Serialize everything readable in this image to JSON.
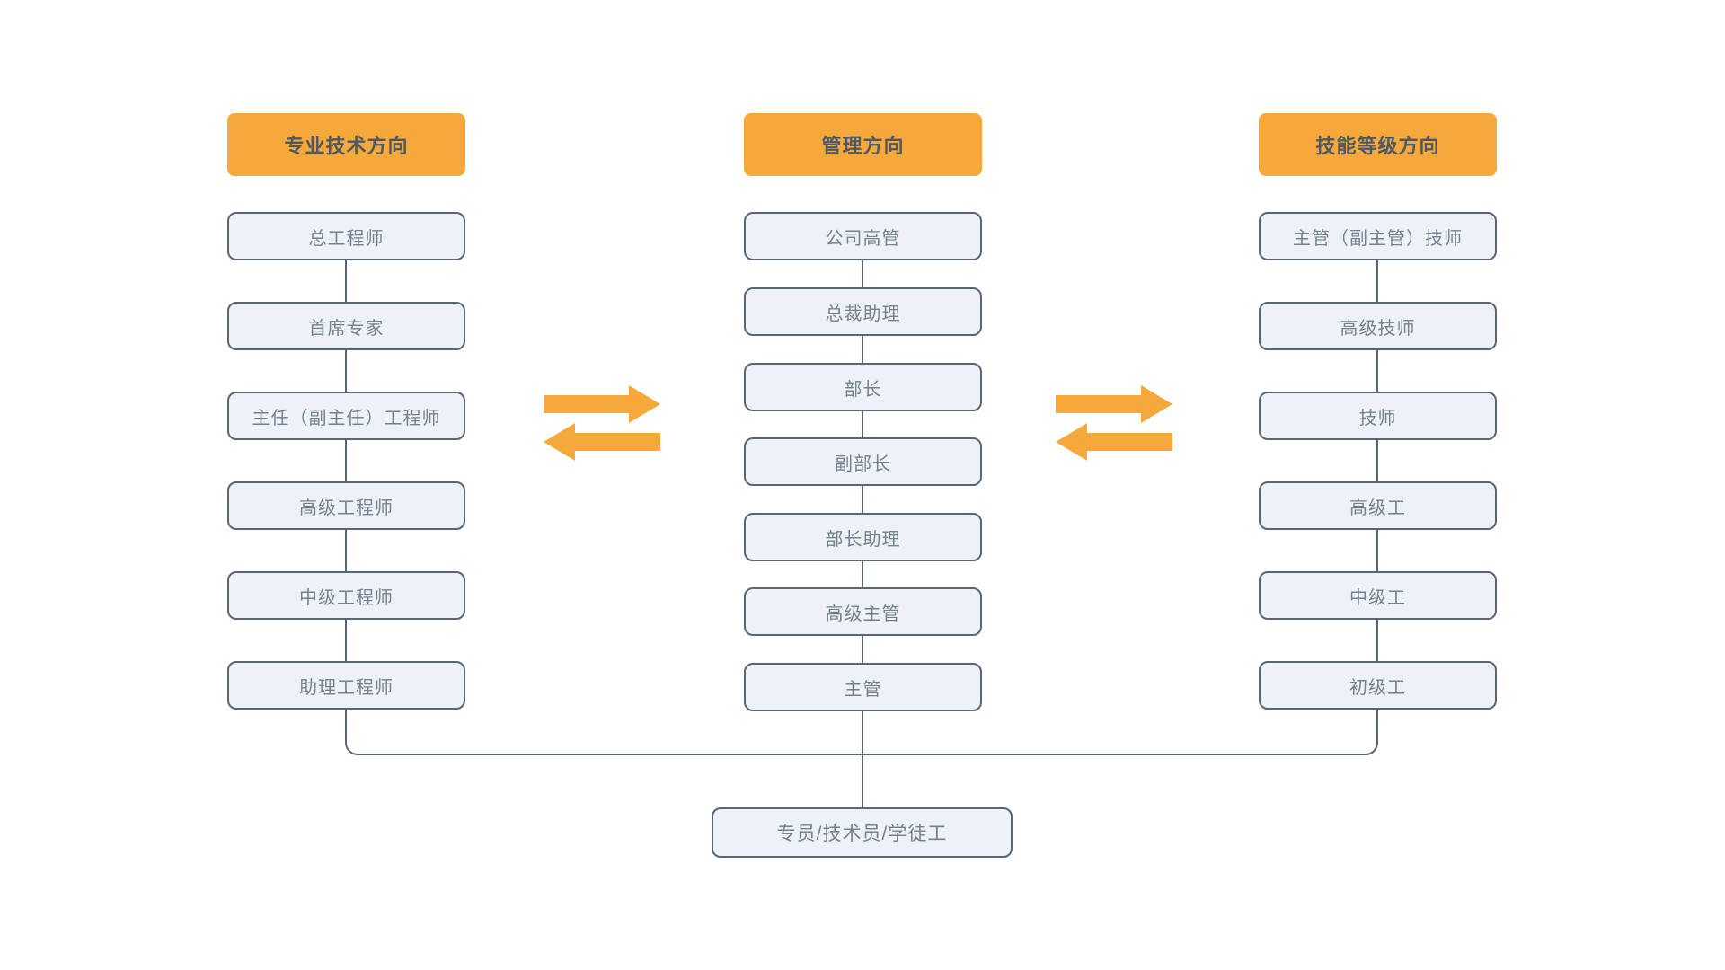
{
  "diagram": {
    "title": "career-path-diagram",
    "columns": [
      {
        "header": "专业技术方向",
        "items": [
          "总工程师",
          "首席专家",
          "主任（副主任）工程师",
          "高级工程师",
          "中级工程师",
          "助理工程师"
        ]
      },
      {
        "header": "管理方向",
        "items": [
          "公司高管",
          "总裁助理",
          "部长",
          "副部长",
          "部长助理",
          "高级主管",
          "主管"
        ]
      },
      {
        "header": "技能等级方向",
        "items": [
          "主管（副主管）技师",
          "高级技师",
          "技师",
          "高级工",
          "中级工",
          "初级工"
        ]
      }
    ],
    "bottom_box": "专员/技术员/学徒工",
    "icons": [
      "transfer-arrows-left",
      "transfer-arrows-right"
    ],
    "colors": {
      "header_bg": "#F5A93B",
      "header_text": "#4E5867",
      "box_bg": "#EDF1F8",
      "box_border": "#5B6673",
      "box_text": "#76818F",
      "line": "#5B6673",
      "arrow": "#F5A93B",
      "background": "#FFFFFF"
    }
  }
}
